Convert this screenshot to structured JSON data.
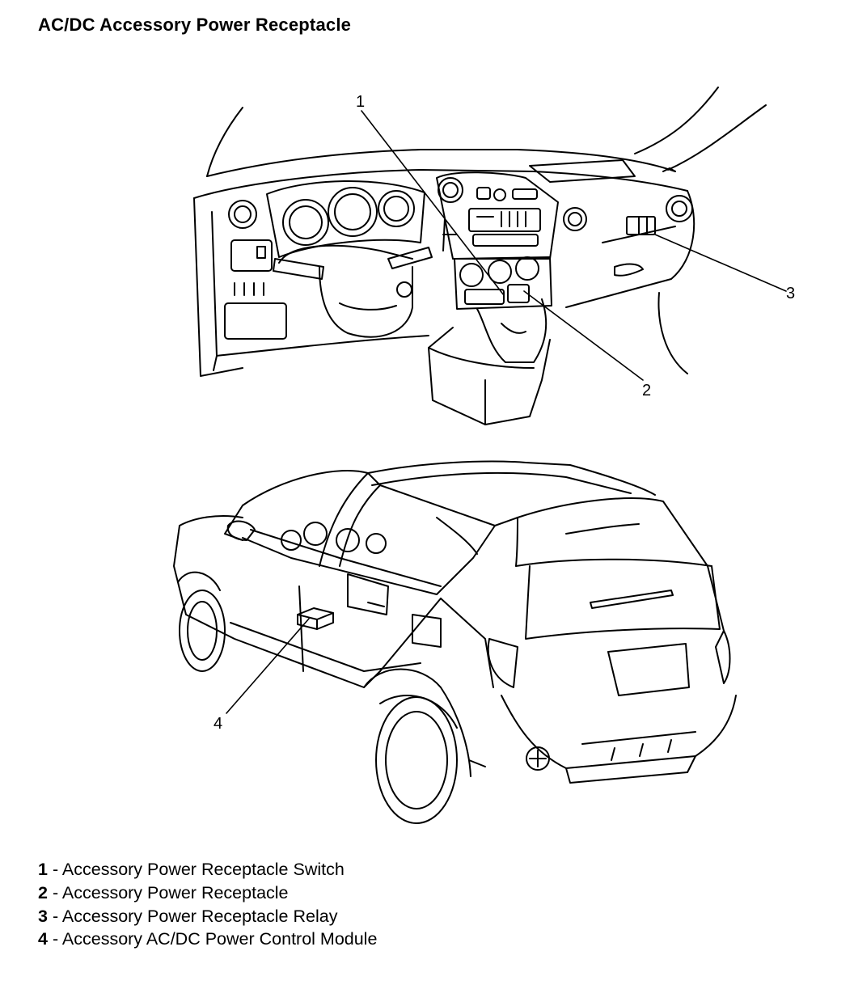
{
  "title": "AC/DC Accessory Power Receptacle",
  "callouts": [
    "1",
    "2",
    "3",
    "4"
  ],
  "legend": [
    {
      "number": "1",
      "separator": " - ",
      "text": "Accessory Power Receptacle Switch"
    },
    {
      "number": "2",
      "separator": " - ",
      "text": "Accessory Power Receptacle"
    },
    {
      "number": "3",
      "separator": " - ",
      "text": "Accessory Power Receptacle Relay"
    },
    {
      "number": "4",
      "separator": " - ",
      "text": "Accessory AC/DC Power Control Module"
    }
  ]
}
